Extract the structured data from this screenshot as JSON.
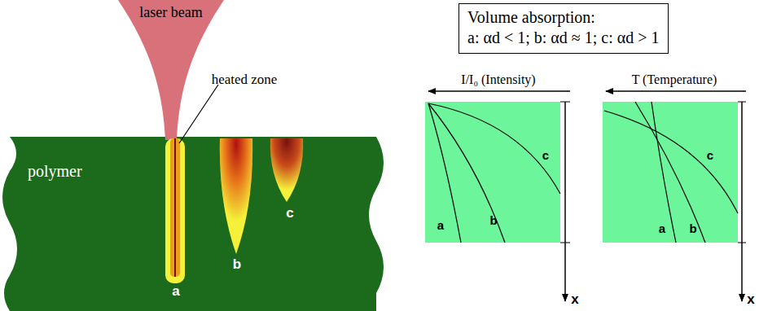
{
  "diagram": {
    "nodes": [
      {
        "text": [
          "laser beam"
        ]
      },
      {
        "text": [
          "polymer"
        ]
      },
      {
        "text": [
          "Volume absorption:",
          "a: αd < 1; b: αd ≈ 1; c: αd > 1"
        ]
      }
    ],
    "labels": [
      "heated zone",
      "a",
      "b",
      "c",
      "I/I₀ (Intensity)",
      "T (Temperature)",
      "a",
      "b",
      "c",
      "x",
      "a",
      "b",
      "c",
      "x"
    ]
  }
}
